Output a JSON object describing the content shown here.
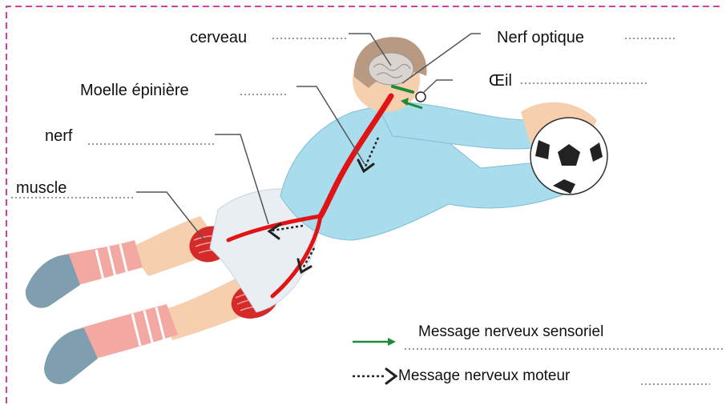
{
  "labels": {
    "brain": "cerveau",
    "optic_nerve": "Nerf optique",
    "spinal_cord": "Moelle épinière",
    "eye": "Œil",
    "nerve": "nerf",
    "muscle": "muscle"
  },
  "legend": {
    "sensory": "Message nerveux sensoriel",
    "motor": "Message nerveux moteur"
  },
  "colors": {
    "frame": "#d63f9b",
    "nerve": "#e01414",
    "sensory_arrow": "#1f8a3a",
    "motor_arrow": "#222222",
    "jersey": "#a9dcec",
    "skin": "#f6cfae",
    "sock": "#f4a8a2",
    "shoe": "#7f9fb1",
    "shorts": "#e8eef2",
    "hair": "#b89a82"
  }
}
